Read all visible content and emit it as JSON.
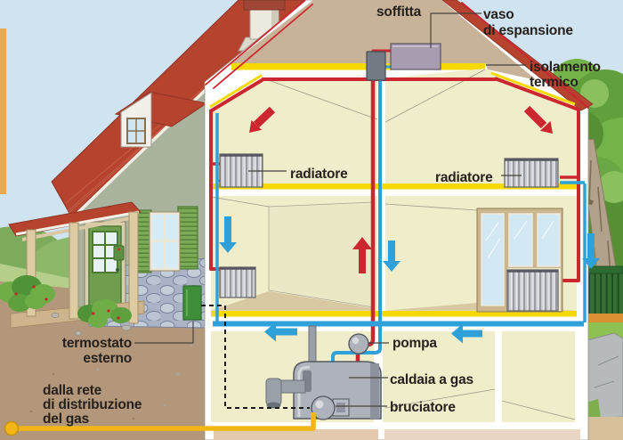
{
  "labels": {
    "soffitta": "soffitta",
    "vaso": [
      "vaso",
      "di espansione"
    ],
    "isolamento": [
      "isolamento",
      "termico"
    ],
    "radiatore_sinistro": "radiatore",
    "radiatore_destro": "radiatore",
    "pompa": "pompa",
    "caldaia": "caldaia a gas",
    "bruciatore": "bruciatore",
    "termostato": [
      "termostato",
      "esterno"
    ],
    "rete_gas": [
      "dalla rete",
      "di distribuzione",
      "del gas"
    ]
  },
  "colors": {
    "sky": "#cfe4f0",
    "roof": "#b5432e",
    "attic": "#c9b398",
    "room": "#f0edca",
    "insulation": "#f6d903",
    "hot_pipe": "#cc2630",
    "cold_pipe": "#2fa1da",
    "gas_pipe": "#f2b616",
    "ground": "#b3977a",
    "label_text": "#26211d"
  }
}
